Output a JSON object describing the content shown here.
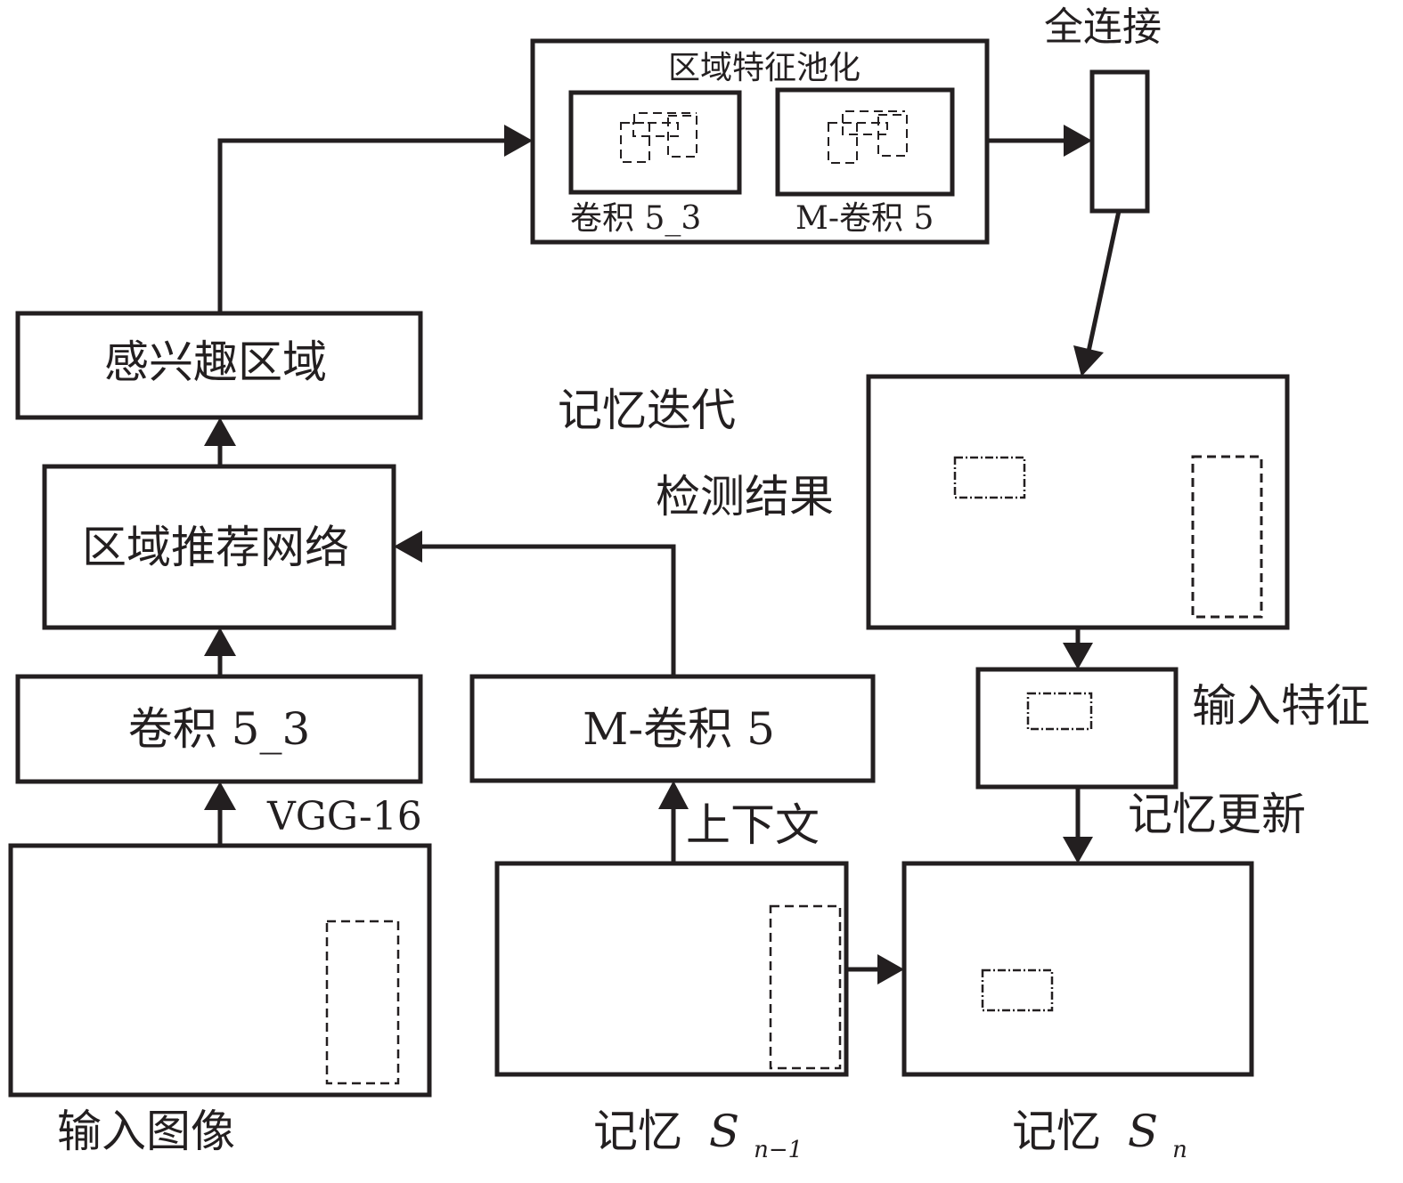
{
  "diagram": {
    "title": "Memory-iterative region-based detection pipeline",
    "nodes": {
      "input_image": {
        "label": "输入图像"
      },
      "conv5_3": {
        "label": "卷积 5_3"
      },
      "rpn": {
        "label": "区域推荐网络"
      },
      "roi": {
        "label": "感兴趣区域"
      },
      "roi_pooling": {
        "title": "区域特征池化",
        "sub_left": "卷积 5_3",
        "sub_right": "M-卷积 5"
      },
      "fully_connected": {
        "label": "全连接"
      },
      "detection_result": {
        "label": "检测结果"
      },
      "input_feature": {
        "label": "输入特征"
      },
      "memory_prev": {
        "label": "记忆",
        "symbol": "S",
        "subscript": "n−1"
      },
      "memory_curr": {
        "label": "记忆",
        "symbol": "S",
        "subscript": "n"
      },
      "m_conv5": {
        "label": "M-卷积 5"
      }
    },
    "edge_labels": {
      "vgg16": "VGG-16",
      "context": "上下文",
      "memory_update": "记忆更新",
      "memory_iteration": "记忆迭代"
    },
    "edges": [
      {
        "from": "input_image",
        "to": "conv5_3",
        "label": "VGG-16"
      },
      {
        "from": "conv5_3",
        "to": "rpn"
      },
      {
        "from": "rpn",
        "to": "roi"
      },
      {
        "from": "roi",
        "to": "roi_pooling"
      },
      {
        "from": "roi_pooling",
        "to": "fully_connected"
      },
      {
        "from": "fully_connected",
        "to": "detection_result"
      },
      {
        "from": "detection_result",
        "to": "input_feature"
      },
      {
        "from": "input_feature",
        "to": "memory_curr",
        "label": "记忆更新"
      },
      {
        "from": "memory_prev",
        "to": "memory_curr"
      },
      {
        "from": "memory_prev",
        "to": "m_conv5",
        "label": "上下文"
      },
      {
        "from": "m_conv5",
        "to": "rpn"
      }
    ]
  }
}
